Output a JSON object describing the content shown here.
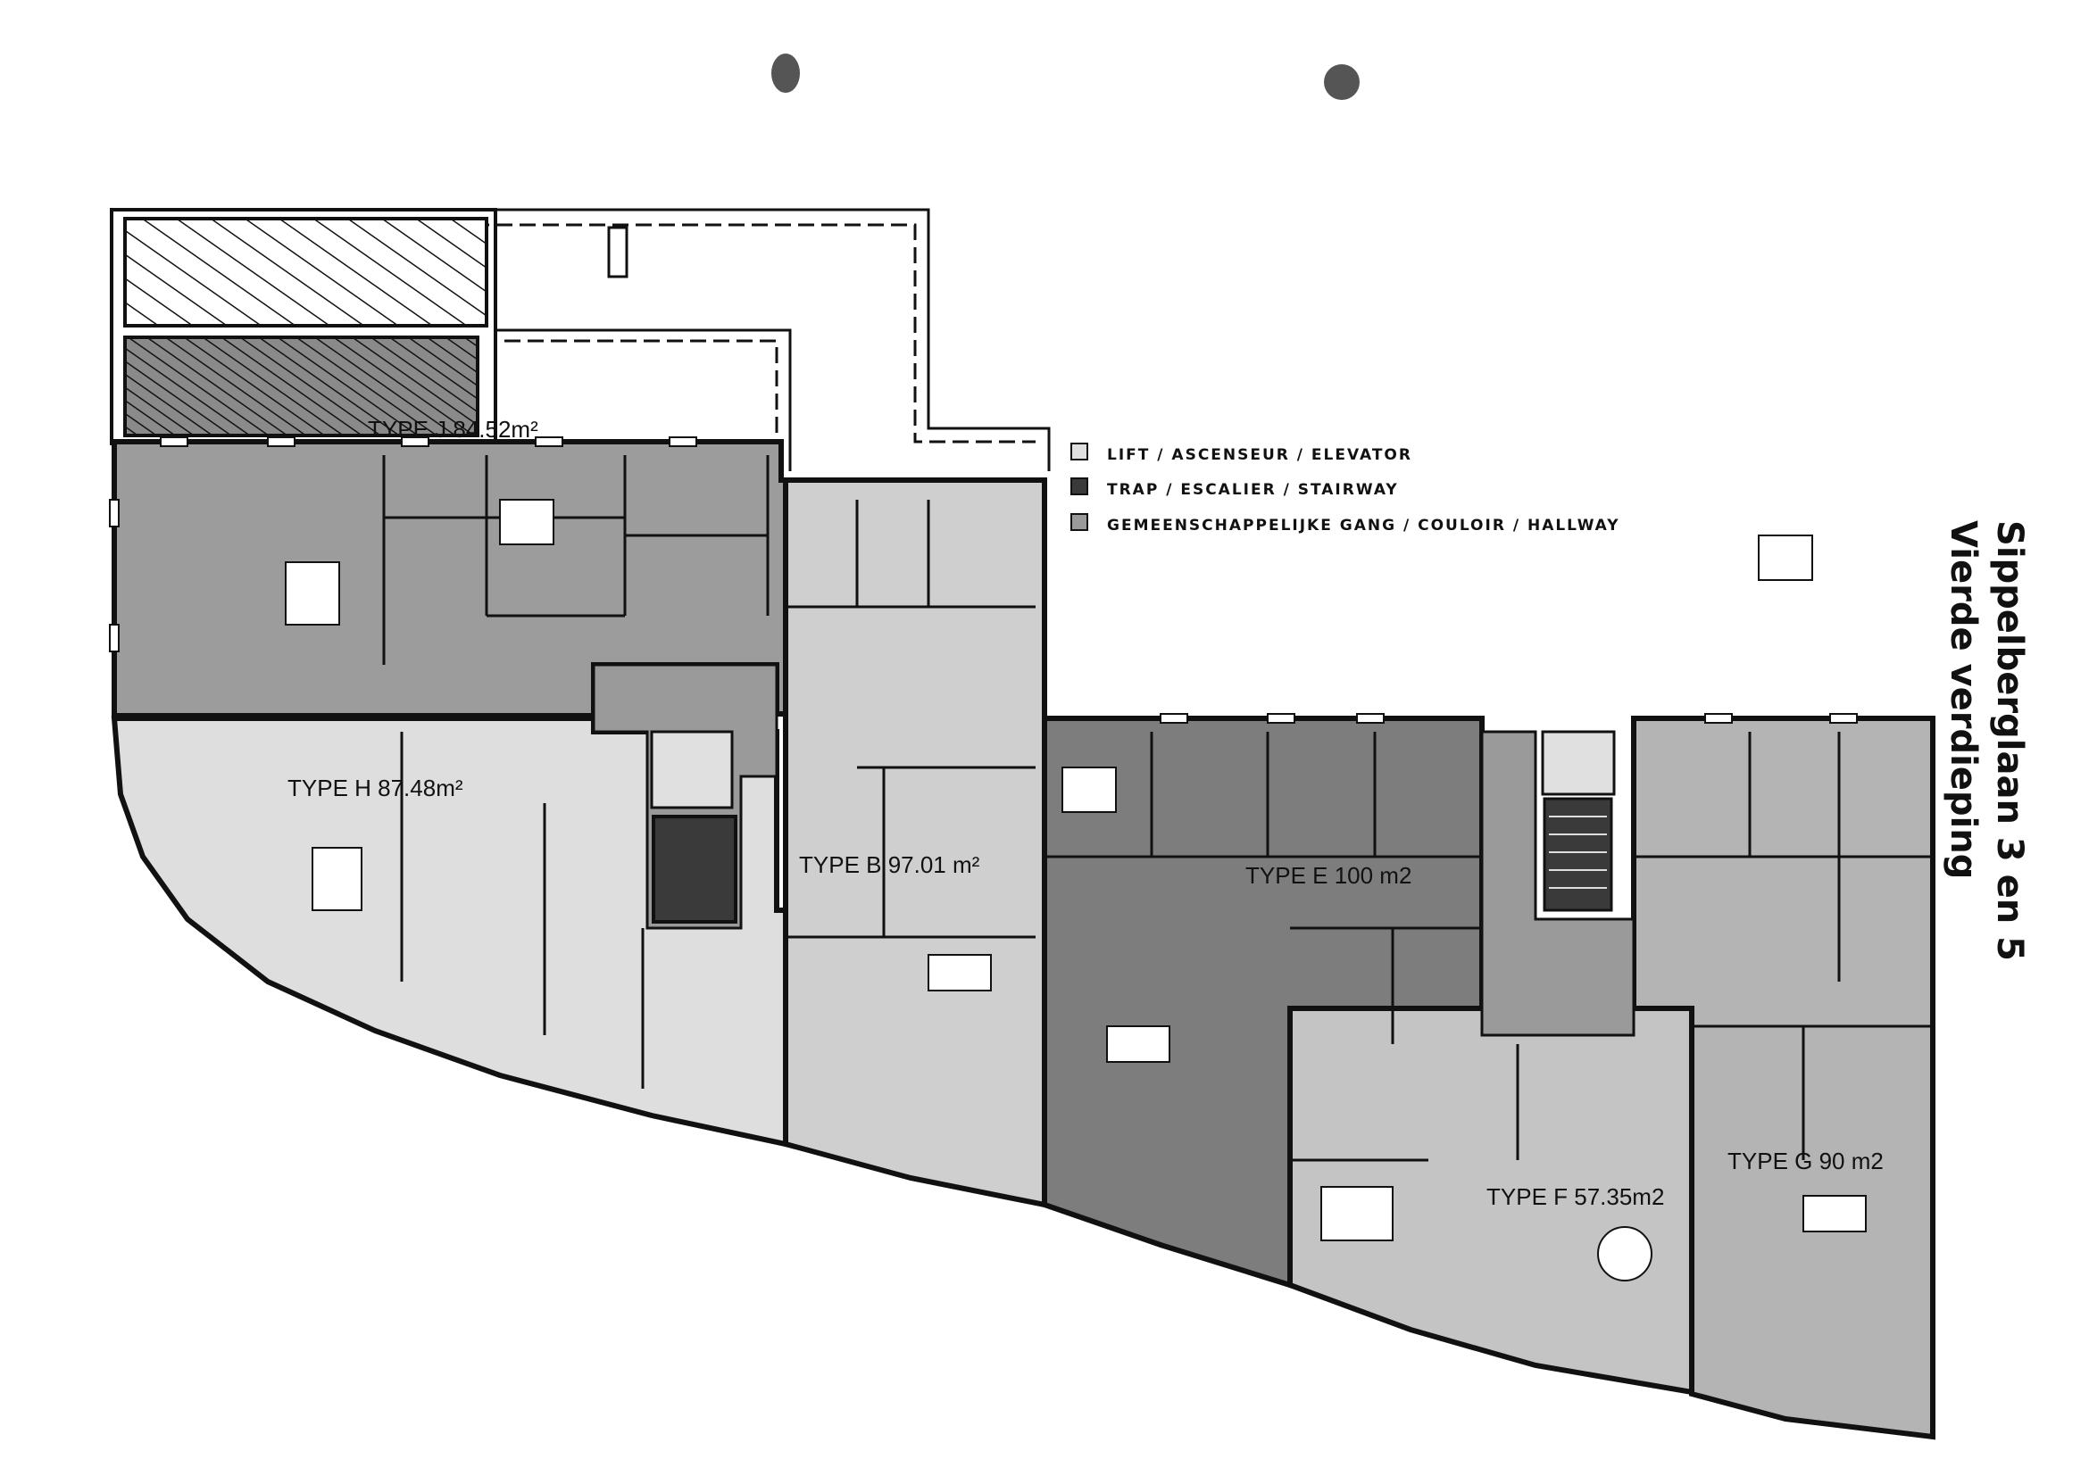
{
  "plan": {
    "units": [
      {
        "id": "J",
        "label": "TYPE J 84.52m²"
      },
      {
        "id": "H",
        "label": "TYPE H 87.48m²"
      },
      {
        "id": "B",
        "label": "TYPE B 97.01 m²"
      },
      {
        "id": "E",
        "label": "TYPE E 100 m2"
      },
      {
        "id": "F",
        "label": "TYPE F 57.35m2"
      },
      {
        "id": "G",
        "label": "TYPE G 90 m2"
      }
    ],
    "legend": [
      {
        "label": "LIFT / ASCENSEUR / ELEVATOR",
        "color": "#e0e0e0"
      },
      {
        "label": "TRAP / ESCALIER / STAIRWAY",
        "color": "#3a3a3a"
      },
      {
        "label": "GEMEENSCHAPPELIJKE GANG / COULOIR / HALLWAY",
        "color": "#9a9a9a"
      }
    ],
    "unit_colors": {
      "J": "#9c9c9c",
      "H": "#dedede",
      "B": "#cfcfcf",
      "E": "#7d7d7d",
      "F": "#c4c4c4",
      "G": "#b4b4b4",
      "hallway": "#9a9a9a",
      "stair": "#3a3a3a",
      "lift": "#e0e0e0"
    }
  },
  "title": {
    "line1": "Sippelberglaan 3 en 5",
    "line2": "Vierde verdieping"
  }
}
